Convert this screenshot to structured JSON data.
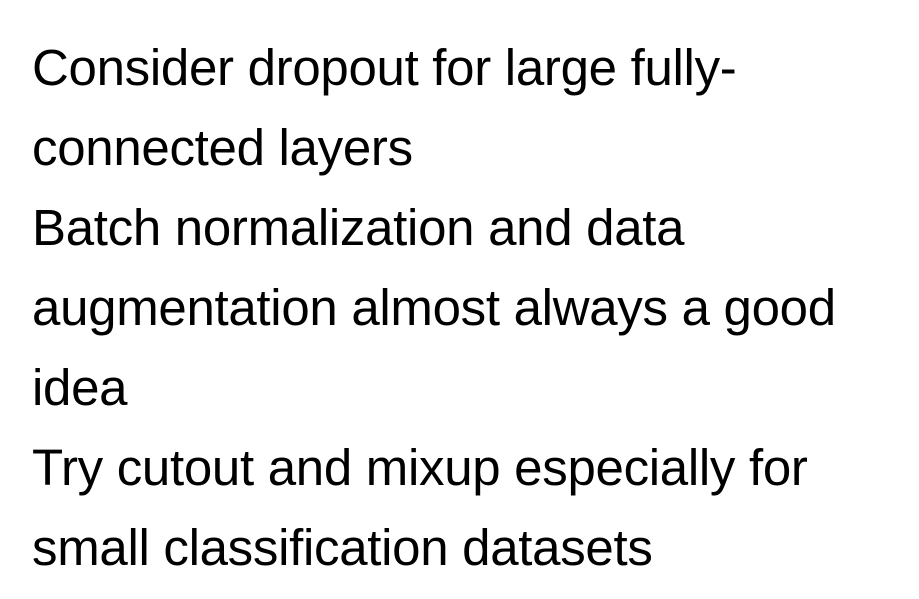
{
  "slide": {
    "bullets": [
      "Consider dropout for large fully-connected layers",
      "Batch normalization and data augmentation almost always a good idea",
      "Try cutout and mixup especially for small classification datasets"
    ]
  }
}
